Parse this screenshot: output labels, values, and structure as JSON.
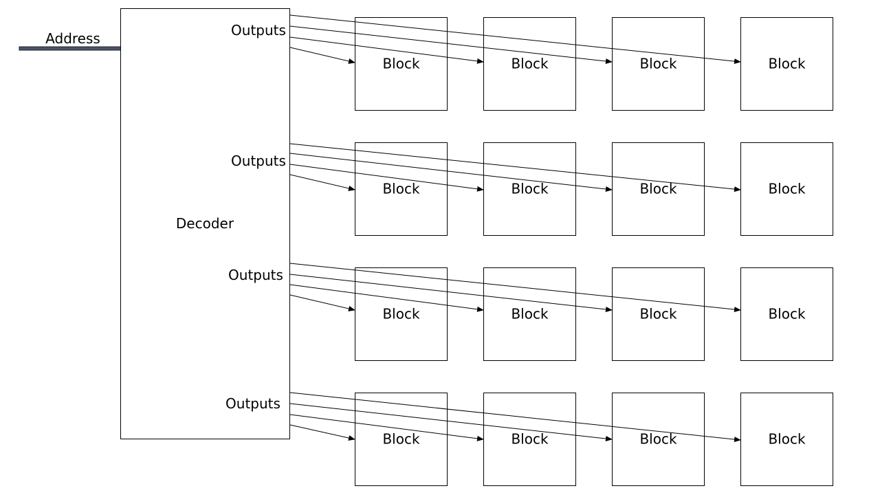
{
  "address_label": "Address",
  "decoder_label": "Decoder",
  "output_labels": [
    "Outputs",
    "Outputs",
    "Outputs",
    "Outputs"
  ],
  "block_label": "Block",
  "colors": {
    "stroke": "#000000",
    "background": "#ffffff",
    "bus_fill": "#4a5366",
    "bus_edge": "#1c2233"
  }
}
